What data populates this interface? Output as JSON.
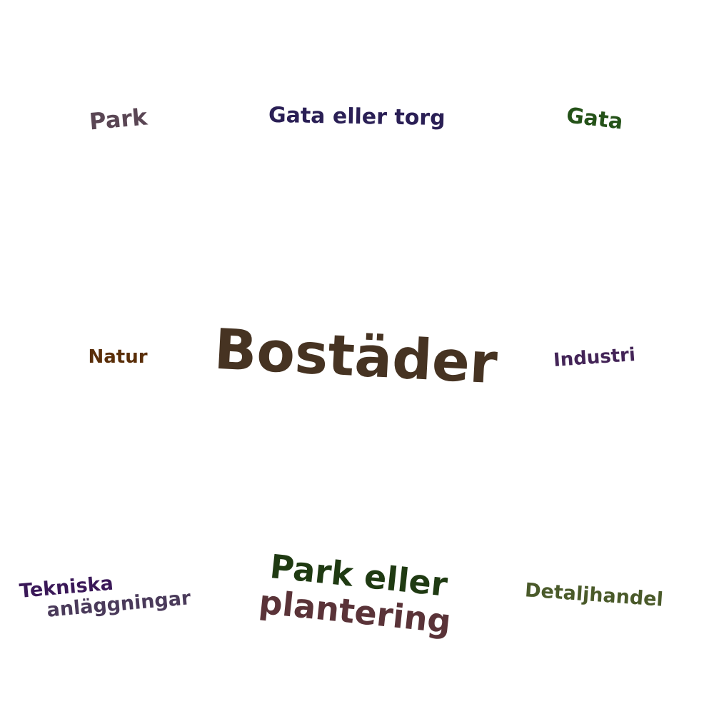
{
  "words": [
    {
      "id": "park",
      "lines": [
        "Park"
      ],
      "color": "#5a4654"
    },
    {
      "id": "gata-eller-torg",
      "lines": [
        "Gata eller torg"
      ],
      "color": "#2a1f55"
    },
    {
      "id": "gata",
      "lines": [
        "Gata"
      ],
      "color": "#245218"
    },
    {
      "id": "natur",
      "lines": [
        "Natur"
      ],
      "color": "#5a2e08"
    },
    {
      "id": "bostader",
      "lines": [
        "Bostäder"
      ],
      "color": "#463322"
    },
    {
      "id": "industri",
      "lines": [
        "Industri"
      ],
      "color": "#432457"
    },
    {
      "id": "tekniska-anlaggningar",
      "lines": [
        "Tekniska",
        "anläggningar"
      ],
      "colors": [
        "#3a1858",
        "#4a3a5a"
      ]
    },
    {
      "id": "park-eller-plantering",
      "lines": [
        "Park eller",
        "plantering"
      ],
      "colors": [
        "#1f3a12",
        "#5a3338"
      ]
    },
    {
      "id": "detaljhandel",
      "lines": [
        "Detaljhandel"
      ],
      "color": "#4a5a2a"
    }
  ]
}
